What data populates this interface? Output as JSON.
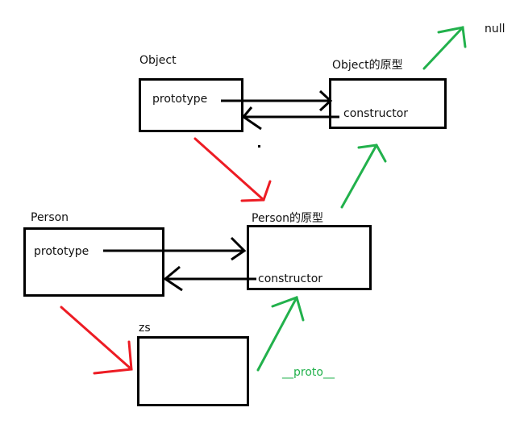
{
  "diagram": {
    "title": "JavaScript prototype chain",
    "colors": {
      "box_stroke": "#000000",
      "constructor_link": "#000000",
      "prototype_link": "#000000",
      "inheritance_red": "#ed1c24",
      "proto_green": "#22b14c"
    },
    "nodes": {
      "object": {
        "label": "Object",
        "field": "prototype"
      },
      "object_proto": {
        "label": "Object的原型",
        "field": "constructor"
      },
      "person": {
        "label": "Person",
        "field": "prototype"
      },
      "person_proto": {
        "label": "Person的原型",
        "field": "constructor"
      },
      "zs": {
        "label": "zs"
      },
      "null_node": {
        "label": "null"
      }
    },
    "edges": [
      {
        "from": "object.prototype",
        "to": "object_proto",
        "color": "black",
        "kind": "prototype"
      },
      {
        "from": "object_proto.constructor",
        "to": "object",
        "color": "black",
        "kind": "constructor"
      },
      {
        "from": "person.prototype",
        "to": "person_proto",
        "color": "black",
        "kind": "prototype"
      },
      {
        "from": "person_proto.constructor",
        "to": "person",
        "color": "black",
        "kind": "constructor"
      },
      {
        "from": "object",
        "to": "person_proto",
        "color": "red",
        "kind": "instance-of"
      },
      {
        "from": "person",
        "to": "zs",
        "color": "red",
        "kind": "instance-of"
      },
      {
        "from": "zs",
        "to": "person_proto",
        "color": "green",
        "kind": "__proto__"
      },
      {
        "from": "person_proto",
        "to": "object_proto",
        "color": "green",
        "kind": "__proto__"
      },
      {
        "from": "object_proto",
        "to": "null_node",
        "color": "green",
        "kind": "__proto__"
      }
    ],
    "proto_label": "__proto__"
  }
}
